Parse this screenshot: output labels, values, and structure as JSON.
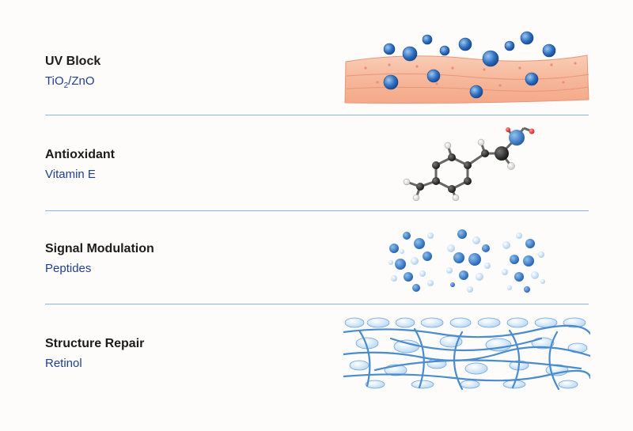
{
  "rows": [
    {
      "title": "UV Block",
      "sub_main": "TiO",
      "sub_sub": "2",
      "sub_rest": "/ZnO",
      "illustration_icon": "skin-layer-nanoparticles-icon"
    },
    {
      "title": "Antioxidant",
      "sub": "Vitamin E",
      "illustration_icon": "molecule-model-icon"
    },
    {
      "title": "Signal Modulation",
      "sub": "Peptides",
      "illustration_icon": "peptide-clusters-icon"
    },
    {
      "title": "Structure Repair",
      "sub": "Retinol",
      "illustration_icon": "collagen-fiber-network-icon"
    }
  ],
  "colors": {
    "title": "#1c1c1c",
    "subtitle": "#1f3f8f",
    "divider": "#8fb3de",
    "skin": "#f6b79a",
    "particle": "#2f6fc0",
    "fiber": "#5b9bd8"
  }
}
